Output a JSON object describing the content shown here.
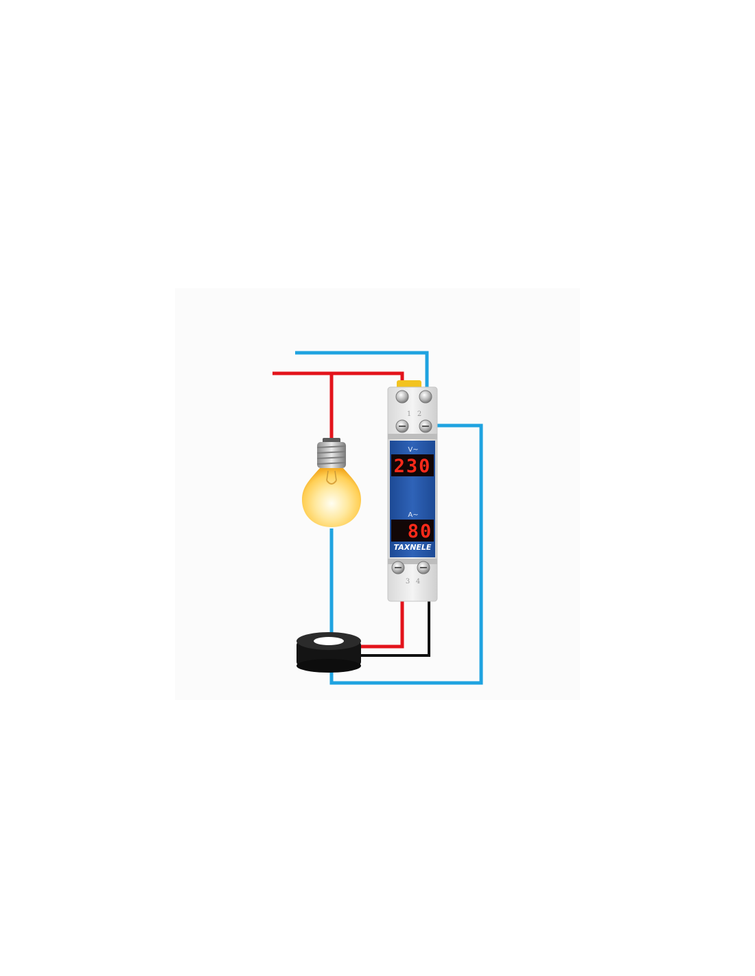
{
  "header": {
    "title": "WIRING DIAGRAM",
    "subtitle": "V+A"
  },
  "meter": {
    "brand": "TAXNELE",
    "voltage_label": "V~",
    "voltage_value": "230",
    "current_label": "A~",
    "current_value": "80",
    "terminal_top_left": "1",
    "terminal_top_right": "2",
    "terminal_bottom_left": "3",
    "terminal_bottom_right": "4"
  },
  "colors": {
    "live_wire": "#e3131b",
    "neutral_wire": "#1fa3e0",
    "ct_lead": "#111111",
    "meter_face": "#2456a6",
    "segment_on": "#ff2a1a",
    "bulb_glow": "#ffd659"
  },
  "icons": [
    "light-bulb-icon",
    "current-transformer-icon",
    "din-rail-meter-icon"
  ]
}
